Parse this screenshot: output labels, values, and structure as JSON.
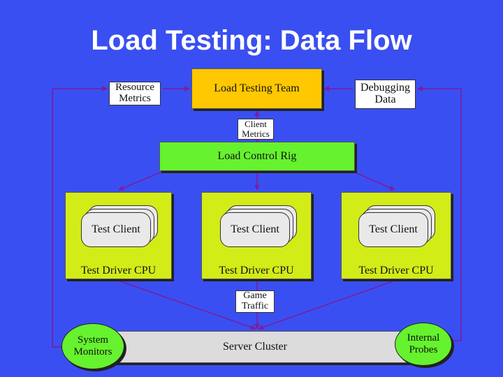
{
  "title": "Load Testing: Data Flow",
  "nodes": {
    "resource_metrics": "Resource Metrics",
    "load_testing_team": "Load Testing Team",
    "debugging_data": "Debugging Data",
    "client_metrics": "Client Metrics",
    "load_control_rig": "Load Control Rig",
    "game_traffic": "Game Traffic",
    "server_cluster": "Server Cluster",
    "system_monitors": "System Monitors",
    "internal_probes": "Internal Probes"
  },
  "drivers": [
    {
      "client_label": "Test Client",
      "driver_label": "Test Driver CPU"
    },
    {
      "client_label": "Test Client",
      "driver_label": "Test Driver CPU"
    },
    {
      "client_label": "Test Client",
      "driver_label": "Test Driver CPU"
    }
  ],
  "colors": {
    "background": "#3a4ff2",
    "team": "#ffc800",
    "rig": "#66f22e",
    "driver": "#d2ec18",
    "cluster": "#dcdcdc",
    "arrow": "#7a1f9e"
  }
}
